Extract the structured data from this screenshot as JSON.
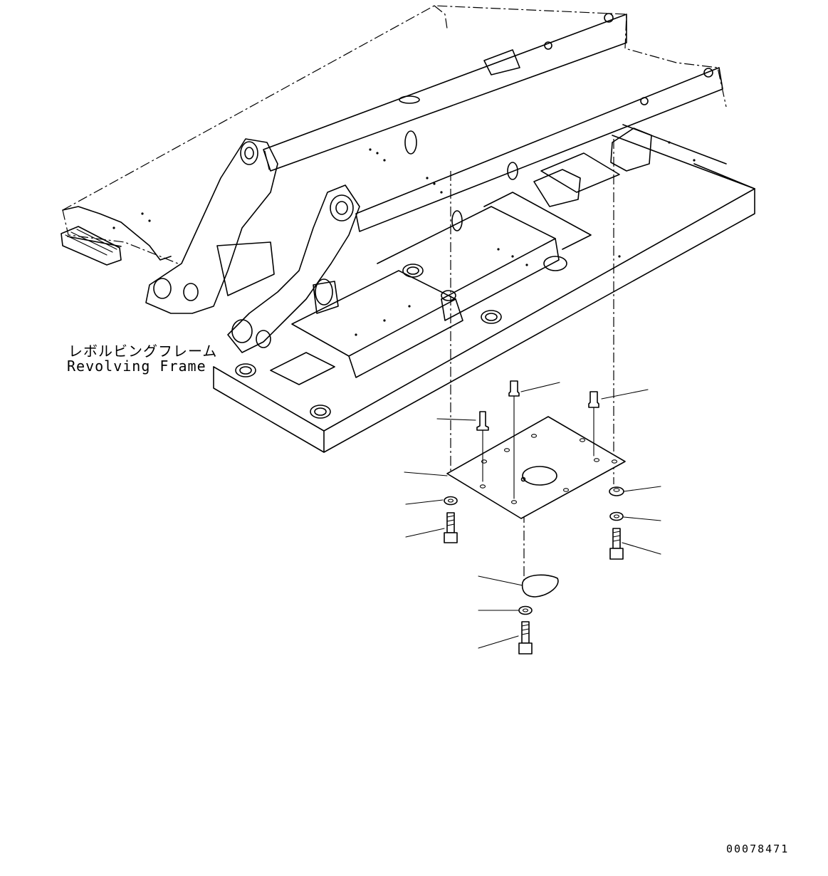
{
  "labels": {
    "frame_jp": "レボルビングフレーム",
    "frame_en": "Revolving Frame"
  },
  "drawing_number": "00078471"
}
